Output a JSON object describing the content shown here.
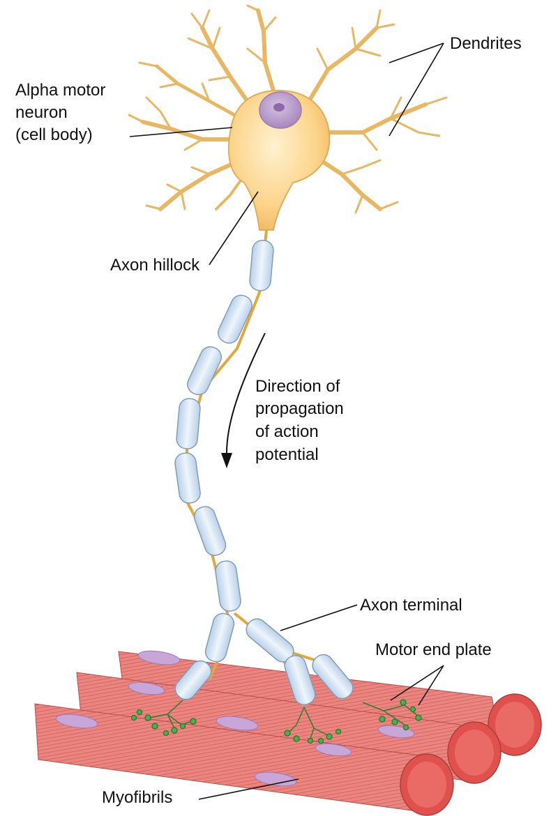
{
  "labels": {
    "dendrites": "Dendrites",
    "alpha_line1": "Alpha motor",
    "alpha_line2": "neuron",
    "alpha_line3": "(cell body)",
    "axon_hillock": "Axon hillock",
    "direction_line1": "Direction of",
    "direction_line2": "propagation",
    "direction_line3": "of action",
    "direction_line4": "potential",
    "axon_terminal": "Axon terminal",
    "motor_end_plate": "Motor end plate",
    "myofibrils": "Myofibrils"
  },
  "colors": {
    "neuron_fill": "#fbd58a",
    "neuron_stroke": "#d9a64a",
    "nucleus": "#b79ac9",
    "myelin": "#d6e6f5",
    "myelin_stroke": "#8fa9c2",
    "axon_core": "#d9a43a",
    "muscle": "#e87a74",
    "muscle_stripe": "#c85552",
    "muscle_end": "#e0504d",
    "muscle_nucleus": "#c8a6d8",
    "end_plate": "#3a9a3a"
  }
}
